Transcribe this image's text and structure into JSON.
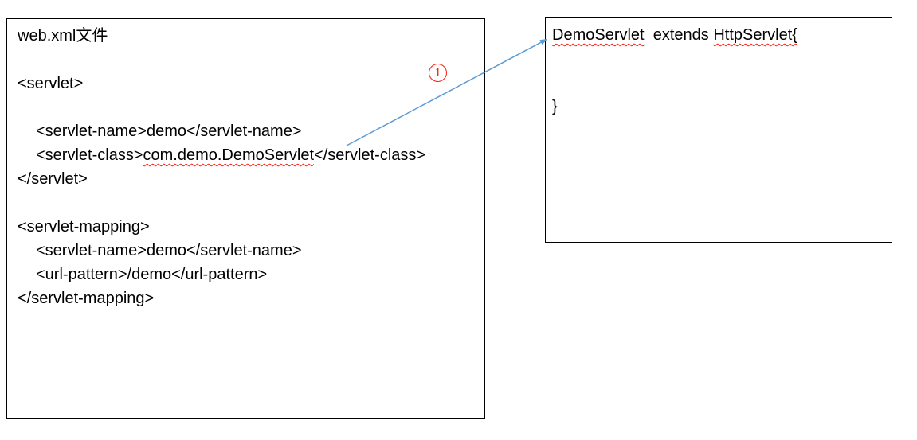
{
  "left_box": {
    "name": "webxml-file-box",
    "lines": [
      {
        "indent": 0,
        "segments": [
          {
            "text": "web.xml文件"
          }
        ]
      },
      {
        "indent": 0,
        "segments": []
      },
      {
        "indent": 0,
        "segments": [
          {
            "text": "<servlet>"
          }
        ]
      },
      {
        "indent": 0,
        "segments": []
      },
      {
        "indent": 1,
        "segments": [
          {
            "text": "<servlet-name>demo</servlet-name>"
          }
        ]
      },
      {
        "indent": 1,
        "segments": [
          {
            "text": "<servlet-class>"
          },
          {
            "text": "com.demo.DemoServlet",
            "spellcheck": true
          },
          {
            "text": "</servlet-class>"
          }
        ]
      },
      {
        "indent": 0,
        "segments": [
          {
            "text": "</servlet>"
          }
        ]
      },
      {
        "indent": 0,
        "segments": []
      },
      {
        "indent": 0,
        "segments": [
          {
            "text": "<servlet-mapping>"
          }
        ]
      },
      {
        "indent": 1,
        "segments": [
          {
            "text": "<servlet-name>demo</servlet-name>"
          }
        ]
      },
      {
        "indent": 1,
        "segments": [
          {
            "text": "<url-pattern>/demo</url-pattern>"
          }
        ]
      },
      {
        "indent": 0,
        "segments": [
          {
            "text": "</servlet-mapping>"
          }
        ]
      }
    ]
  },
  "right_box": {
    "name": "servlet-class-box",
    "lines": [
      {
        "indent": 0,
        "segments": [
          {
            "text": "DemoServlet",
            "spellcheck": true
          },
          {
            "text": "  extends "
          },
          {
            "text": "HttpServlet{",
            "spellcheck": true
          }
        ]
      },
      {
        "indent": 0,
        "segments": []
      },
      {
        "indent": 0,
        "segments": []
      },
      {
        "indent": 0,
        "segments": [
          {
            "text": "}"
          }
        ]
      }
    ]
  },
  "annotation": {
    "label": "1",
    "color": "#ff1a0e"
  },
  "connector": {
    "color": "#5b9bd5",
    "description": "line from servlet-class value to DemoServlet class name"
  },
  "colors": {
    "box_border": "#000000",
    "text": "#000000",
    "squiggle": "#ff1a0e"
  }
}
